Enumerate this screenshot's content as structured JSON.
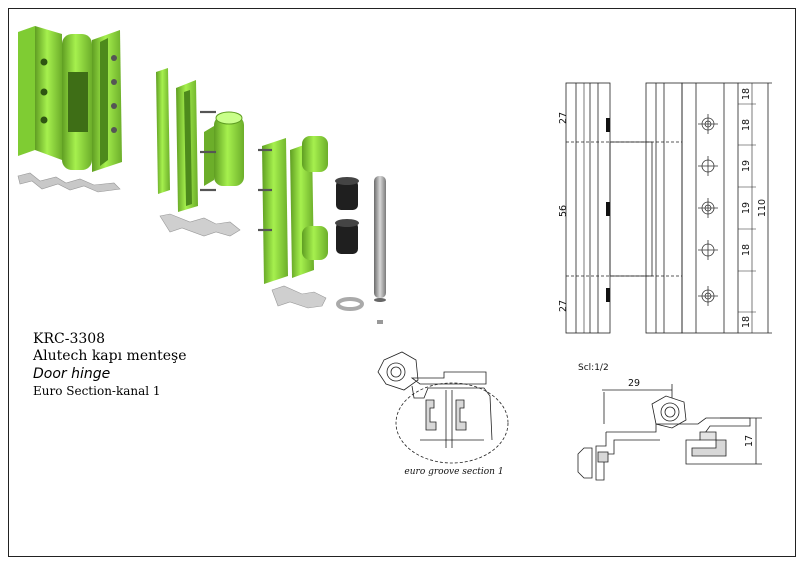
{
  "product": {
    "code": "KRC-3308",
    "name_tr": "Alutech kapı menteşe",
    "name_en": "Door hinge",
    "section": "Euro Section-kanal 1"
  },
  "detail_caption": "euro groove section 1",
  "scale_label": "Scl:1/2",
  "dimensions": {
    "front_left": [
      "27",
      "56",
      "27"
    ],
    "front_right": [
      "18",
      "18",
      "19",
      "19",
      "18",
      "18"
    ],
    "overall": "110",
    "top_width": "29",
    "top_height": "17"
  },
  "colors": {
    "hinge_green": "#8ee63a",
    "hinge_dark": "#4d8a1c",
    "line": "#222222"
  }
}
